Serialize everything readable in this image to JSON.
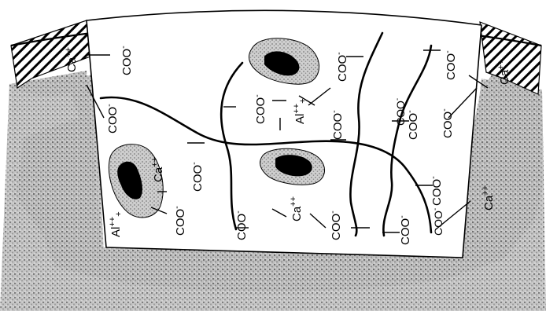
{
  "labels": {
    "ca_topleft": "Ca",
    "ca_topleft_sup": "++",
    "coo_1": "COO",
    "coo_1_sup": "-",
    "coo_2": "COO",
    "coo_2_sup": "-",
    "coo_3": "COO",
    "coo_3_sup": "-",
    "ca_leftparticle": "Ca",
    "ca_leftparticle_sup": "++",
    "al_left": "Al",
    "al_left_sup": "++",
    "al_left_sup2": "+",
    "coo_4": "COO",
    "coo_4_sup": "-",
    "coo_5": "COO",
    "coo_5_sup": "-",
    "coo_6": "COO",
    "coo_6_sup": "-",
    "al_center": "Al",
    "al_center_sup": "++",
    "al_center_sup2": "+",
    "coo_7": "COO",
    "coo_7_sup": "-",
    "coo_8": "COO",
    "coo_8_sup": "-",
    "coo_9": "COO",
    "coo_9_sup": "-",
    "ca_center": "Ca",
    "ca_center_sup": "++",
    "coo_10": "COO",
    "coo_10_sup": "-",
    "coo_11": "COO",
    "coo_11_sup": "-",
    "coo_12": "COO",
    "coo_12_sup": "-",
    "coo_13": "COO",
    "coo_13_sup": "-",
    "ca_topright": "Ca",
    "ca_topright_sup": "++",
    "coo_14": "COO",
    "coo_14_sup": "-",
    "coo_15": "COO",
    "coo_15_sup": "-",
    "coo_16": "COO",
    "coo_16_sup": "-",
    "ca_right": "Ca",
    "ca_right_sup": "++"
  }
}
